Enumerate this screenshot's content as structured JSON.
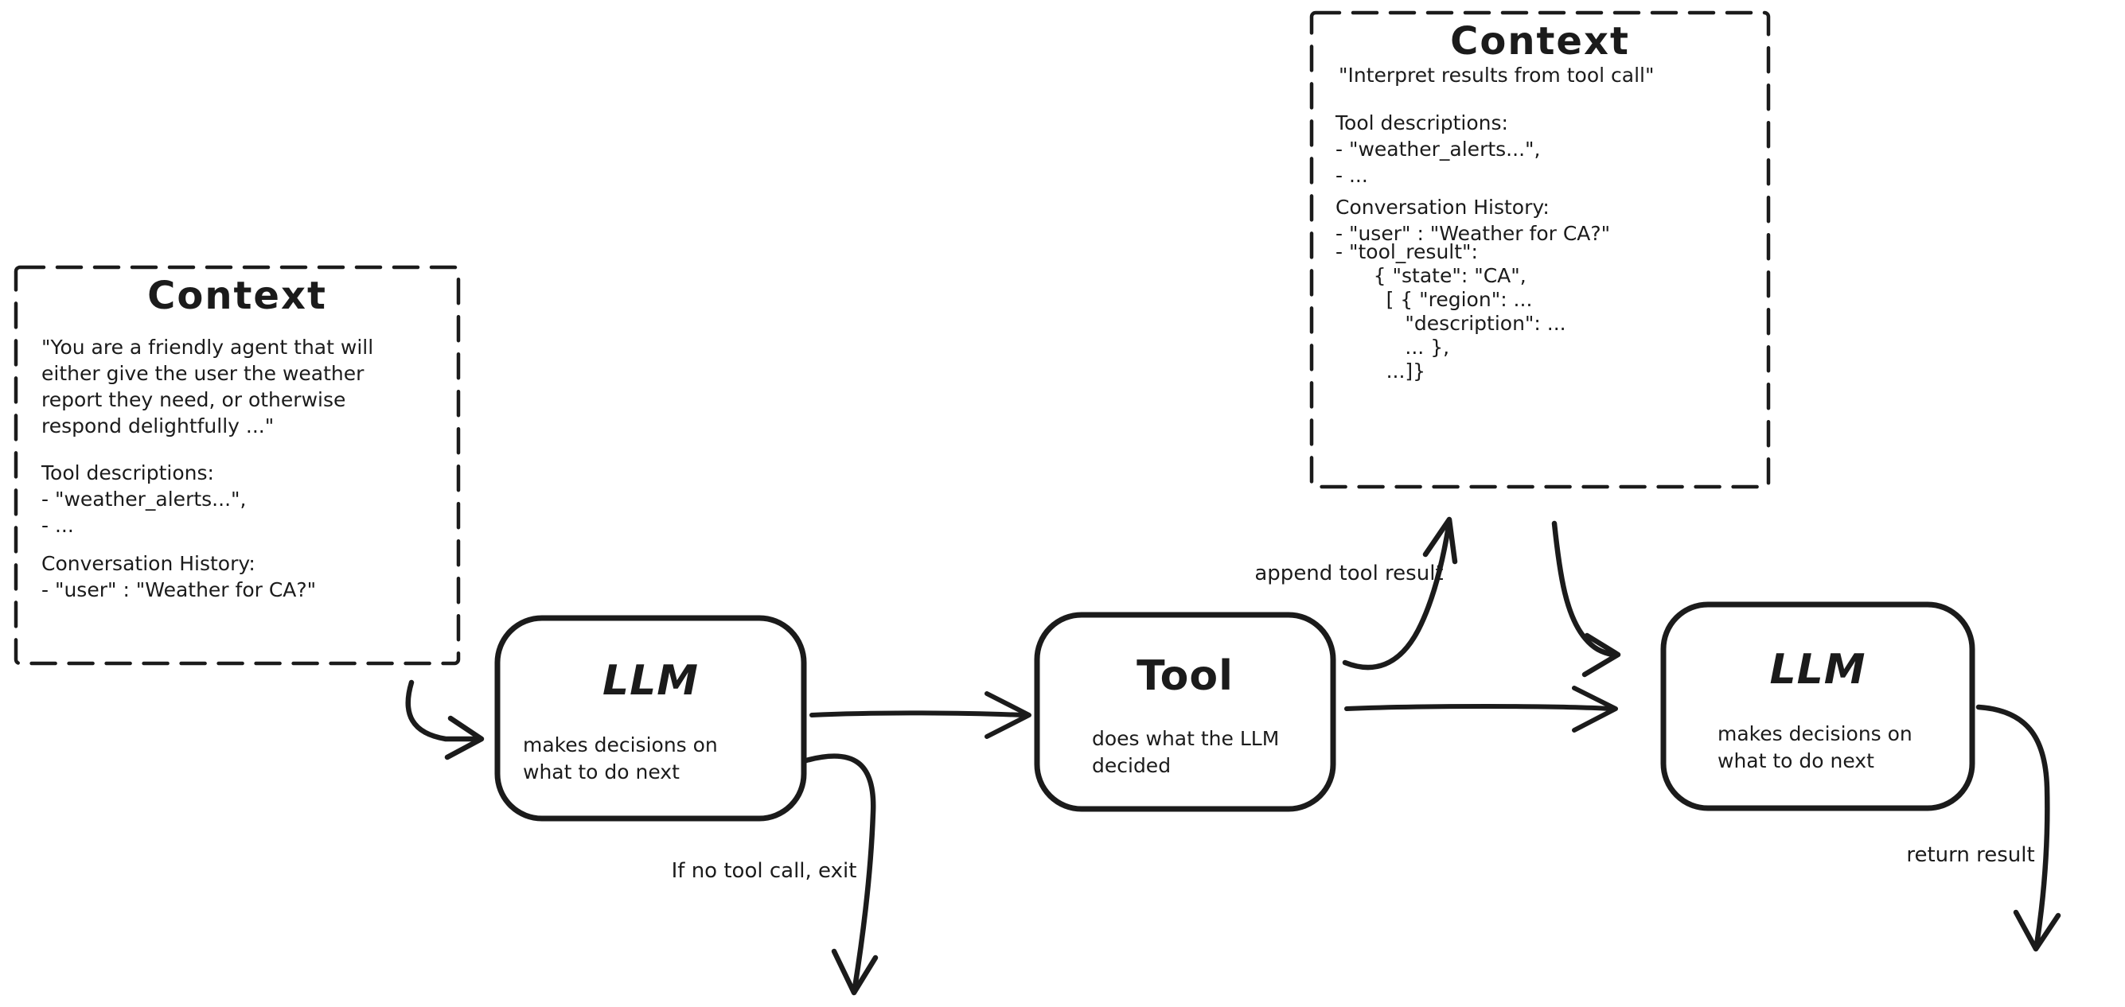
{
  "context1": {
    "title": "Context",
    "body": "\"You are a friendly agent that will\neither give the user the weather\nreport they need, or otherwise\nrespond delightfully ...\"",
    "tools": "Tool descriptions:\n- \"weather_alerts...\",\n- ...",
    "history": "Conversation History:\n- \"user\" : \"Weather for CA?\""
  },
  "context2": {
    "title": "Context",
    "instruction": "\"Interpret results from tool call\"",
    "tools": "Tool descriptions:\n- \"weather_alerts...\",\n- ...",
    "history": "Conversation History:\n- \"user\" : \"Weather for CA?\"",
    "tool_result": "- \"tool_result\":\n      { \"state\": \"CA\",\n        [ { \"region\": ...\n           \"description\": ...\n           ... },\n        ...]}"
  },
  "nodes": {
    "llm1": {
      "title": "LLM",
      "subtitle": "makes decisions on\nwhat to do next"
    },
    "tool": {
      "title": "Tool",
      "subtitle": "does what the LLM\ndecided"
    },
    "llm2": {
      "title": "LLM",
      "subtitle": "makes decisions on\nwhat to do next"
    }
  },
  "labels": {
    "append_tool_result": "append tool result",
    "if_no_tool_call": "If no tool call, exit",
    "return_result": "return result"
  },
  "colors": {
    "ink": "#1b1b1b",
    "background": "#ffffff"
  }
}
